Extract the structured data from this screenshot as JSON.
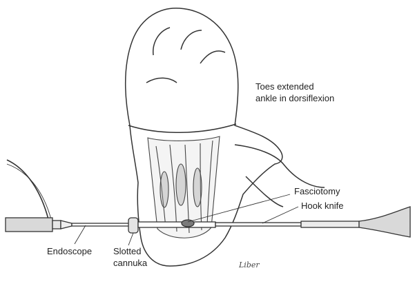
{
  "labels": {
    "toes_line1": "Toes extended",
    "toes_line2": "ankle in dorsiflexion",
    "fasciotomy": "Fasciotomy",
    "hook_knife": "Hook knife",
    "endoscope": "Endoscope",
    "slotted_line1": "Slotted",
    "slotted_line2": "cannuka"
  },
  "signature": "Liber",
  "colors": {
    "ink": "#222222",
    "line": "#333333",
    "shade": "#9a9a9a"
  }
}
